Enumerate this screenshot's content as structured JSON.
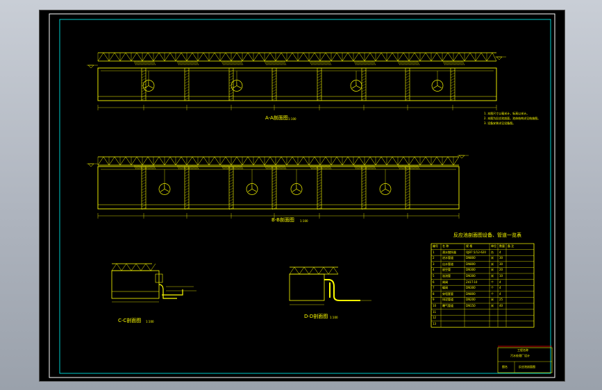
{
  "colors": {
    "background": "#000000",
    "frame": "#ffffff",
    "border": "#00ffff",
    "lines": "#ffff00",
    "accent": "#ff0000",
    "app": "#b5bbc4"
  },
  "section_titles": {
    "aa": "A-A剖面图",
    "bb": "B-B剖面图",
    "cc": "C-C剖面图",
    "dd": "D-D剖面图",
    "scale": "1:100"
  },
  "notes": [
    "1. 本图尺寸以毫米计，标高以米计。",
    "2. 本图为反应池剖面，池体结构详见结施图。",
    "3. 设备安装详见设备图。"
  ],
  "table": {
    "title": "反应池剖面图设备、管道一览表",
    "headers": [
      "编号",
      "名  称",
      "规  格",
      "单位",
      "数量",
      "备  注"
    ],
    "rows": [
      [
        "1",
        "潜水搅拌器",
        "QJB7.5/12-620",
        "台",
        "4",
        ""
      ],
      [
        "2",
        "进水管道",
        "DN800",
        "米",
        "30",
        ""
      ],
      [
        "3",
        "出水管道",
        "DN800",
        "米",
        "30",
        ""
      ],
      [
        "4",
        "放空管",
        "DN300",
        "米",
        "20",
        ""
      ],
      [
        "5",
        "溢流管",
        "DN300",
        "米",
        "10",
        ""
      ],
      [
        "6",
        "闸阀",
        "Z41T-10",
        "个",
        "4",
        ""
      ],
      [
        "7",
        "蝶阀",
        "DN300",
        "个",
        "4",
        ""
      ],
      [
        "8",
        "穿墙套管",
        "DN800",
        "个",
        "4",
        ""
      ],
      [
        "9",
        "排泥管道",
        "DN200",
        "米",
        "25",
        ""
      ],
      [
        "10",
        "曝气管道",
        "DN150",
        "米",
        "40",
        ""
      ],
      [
        "11",
        "",
        "",
        "",
        "",
        ""
      ],
      [
        "12",
        "",
        "",
        "",
        "",
        ""
      ],
      [
        "13",
        "",
        "",
        "",
        "",
        ""
      ]
    ]
  },
  "title_block": {
    "project": "工程名称",
    "subtitle": "污水处理厂设计",
    "sheet": "图名",
    "drawing_name": "反应池剖面图"
  }
}
